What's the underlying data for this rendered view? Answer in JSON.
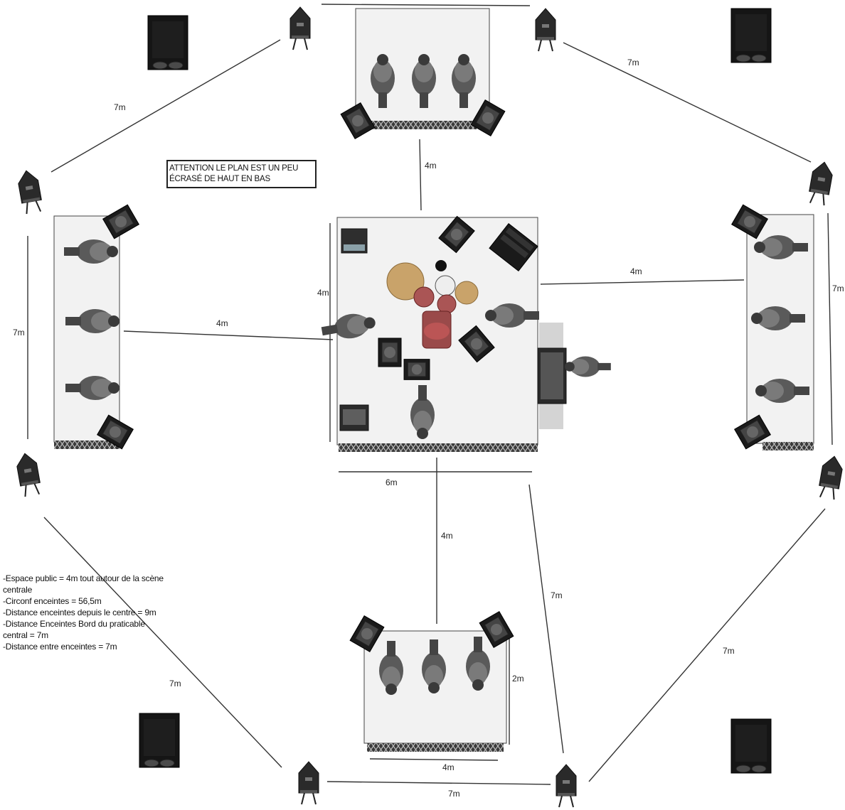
{
  "warning_note": "ATTENTION LE PLAN EST UN PEU ÉCRASÉ DE HAUT EN BAS",
  "dimension_labels": {
    "top_left_speakers": "7m",
    "top_right_speakers": "7m",
    "left_side_speakers": "7m",
    "right_side_speakers": "7m",
    "bottom_left_speakers": "7m",
    "bottom_right_speakers": "7m",
    "bottom_speakers": "7m",
    "right_inner_speakers": "7m",
    "top_stage_to_center": "4m",
    "left_stage_to_center": "4m",
    "right_stage_to_center": "4m",
    "center_to_bottom_stage": "4m",
    "center_stage_height": "4m",
    "center_stage_width": "6m",
    "bottom_stage_width": "4m",
    "bottom_stage_depth": "2m"
  },
  "specs": [
    "-Espace public = 4m tout autour de la scène centrale",
    "-Circonf enceintes = 56,5m",
    "-Distance enceintes depuis le centre = 9m",
    "-Distance Enceintes Bord du praticable central = 7m",
    "-Distance entre enceintes = 7m"
  ]
}
